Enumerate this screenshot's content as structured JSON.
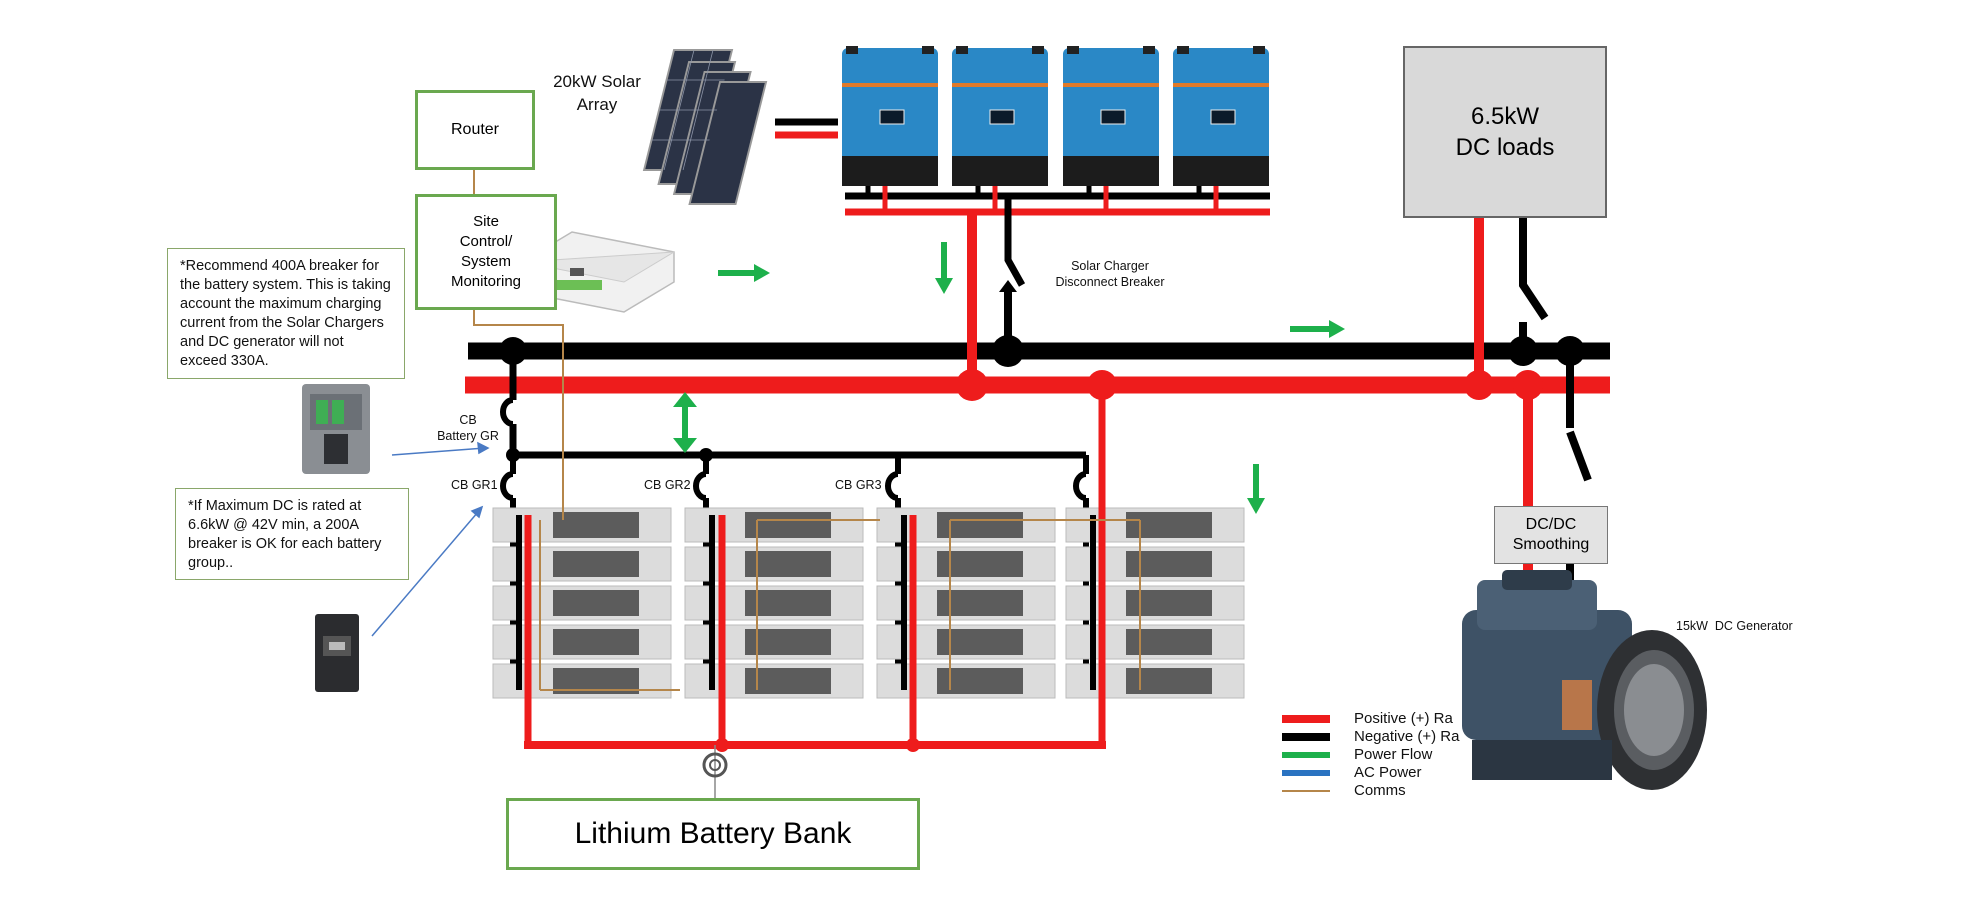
{
  "labels": {
    "solar_array": "20kW Solar\nArray",
    "router": "Router",
    "site_control": "Site\nControl/\nSystem\nMonitoring",
    "dc_loads": "6.5kW\nDC loads",
    "solar_breaker": "Solar Charger\nDisconnect Breaker",
    "cb_battery_gr": "CB\nBattery GR",
    "cb_gr1": "CB GR1",
    "cb_gr2": "CB GR2",
    "cb_gr3": "CB GR3",
    "dcdc": "DC/DC\nSmoothing",
    "generator": "15kW  DC Generator",
    "battery_bank": "Lithium Battery Bank"
  },
  "notes": {
    "breaker_400a": "*Recommend 400A breaker for the battery system. This is taking account the maximum charging current from the Solar Chargers and DC generator will not exceed 330A.",
    "breaker_200a": "*If Maximum DC is rated at 6.6kW @ 42V min, a 200A breaker is OK for each battery group.."
  },
  "legend": [
    {
      "label": "Positive (+) Ra",
      "color": "#ee1c1c"
    },
    {
      "label": "Negative (+) Ra",
      "color": "#000000"
    },
    {
      "label": "Power Flow",
      "color": "#1db04b"
    },
    {
      "label": "AC Power",
      "color": "#2a73c1"
    },
    {
      "label": "Comms",
      "color": "#b5864a"
    }
  ],
  "colors": {
    "positive": "#ee1c1c",
    "negative": "#000000",
    "flow": "#1db04b",
    "ac": "#2a73c1",
    "comms": "#b5864a",
    "box_border": "#6aa84f"
  }
}
